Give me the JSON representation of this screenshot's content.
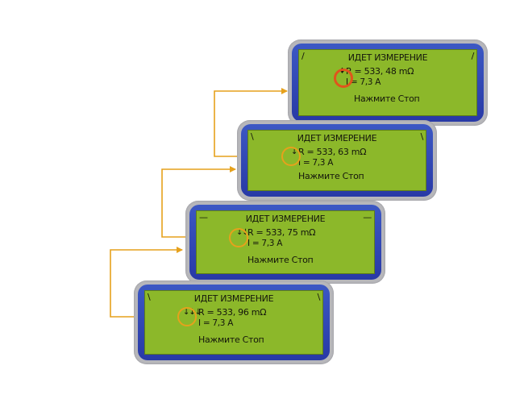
{
  "screens": [
    {
      "title": "ИДЕТ ИЗМЕРЕНИЕ",
      "resistance": "R = 533, 48 mΩ",
      "current": "I = 7,3 A",
      "prompt": "Нажмите Стоп",
      "indicator": "♦",
      "corners": [
        "/",
        "/"
      ],
      "highlight_color": "#e0541c"
    },
    {
      "title": "ИДЕТ ИЗМЕРЕНИЕ",
      "resistance": "R = 533, 63 mΩ",
      "current": "I = 7,3 A",
      "prompt": "Нажмите Стоп",
      "indicator": "↓",
      "corners": [
        "\\",
        "\\"
      ],
      "highlight_color": "#e6a11c"
    },
    {
      "title": "ИДЕТ ИЗМЕРЕНИЕ",
      "resistance": "R = 533, 75 mΩ",
      "current": "I = 7,3 A",
      "prompt": "Нажмите Стоп",
      "indicator": "↓↓",
      "corners": [
        "—",
        "—"
      ],
      "highlight_color": "#e6a11c"
    },
    {
      "title": "ИДЕТ ИЗМЕРЕНИЕ",
      "resistance": "R = 533, 96 mΩ",
      "current": "I = 7,3 A",
      "prompt": "Нажмите Стоп",
      "indicator": "↓↓↓",
      "corners": [
        "\\",
        "\\"
      ],
      "highlight_color": "#e6a11c"
    }
  ],
  "colors": {
    "connector": "#e6a11c",
    "lcd": "#8cb82a",
    "bezel": "#2f45b4",
    "frame": "#b7b7bb"
  }
}
